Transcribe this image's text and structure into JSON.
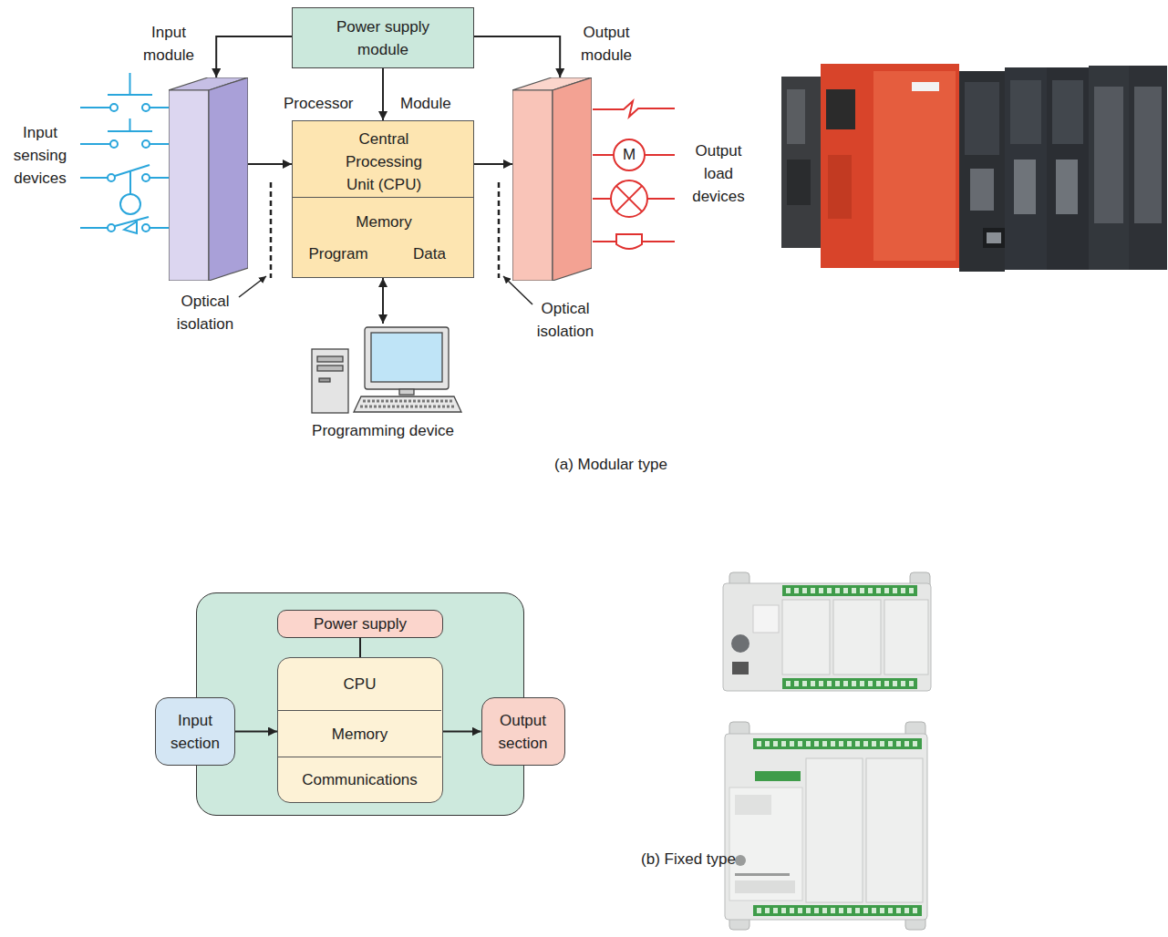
{
  "diagram": {
    "nodes": [
      {
        "text": [
          "Power supply module"
        ]
      },
      {
        "text": [
          "Input module"
        ]
      },
      {
        "text": [
          "Processor",
          "Module",
          "Central Processing Unit (CPU)",
          "Memory",
          "Program",
          "Data"
        ]
      },
      {
        "text": [
          "Output module"
        ]
      },
      {
        "text": [
          "Programming device"
        ]
      },
      {
        "text": []
      },
      {
        "text": [
          "Power supply"
        ],
        "in": 5
      },
      {
        "text": [
          "CPU",
          "Memory",
          "Communications"
        ],
        "in": 5
      },
      {
        "text": [
          "Input section"
        ]
      },
      {
        "text": [
          "Output section"
        ]
      }
    ],
    "edges": [
      {
        "from": 0,
        "to": 1,
        "arrow": "to"
      },
      {
        "from": 0,
        "to": 2,
        "arrow": "to"
      },
      {
        "from": 0,
        "to": 3,
        "arrow": "to"
      },
      {
        "from": 1,
        "to": 2,
        "arrow": "to"
      },
      {
        "from": 2,
        "to": 3,
        "arrow": "to"
      },
      {
        "from": 2,
        "to": 4,
        "arrow": "both"
      },
      {
        "from": 6,
        "to": 7,
        "arrow": "none"
      },
      {
        "from": 8,
        "to": 7,
        "arrow": "to"
      },
      {
        "from": 7,
        "to": 9,
        "arrow": "to"
      }
    ],
    "labels": [
      "Input sensing devices",
      "M",
      "Output load devices",
      "Optical isolation",
      "Optical isolation",
      "(a) Modular type",
      "(b) Fixed type"
    ]
  }
}
